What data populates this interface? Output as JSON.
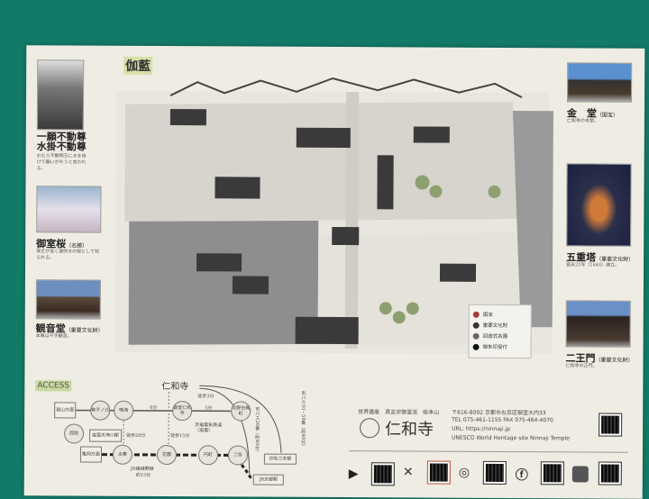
{
  "left_column": [
    {
      "title": "一願不動尊\n水掛不動尊",
      "text": "おむろ不動明王に水を掛けて願いが叶うと言われる。"
    },
    {
      "title": "御室桜",
      "note": "（名勝）",
      "text": "背丈が低く遅咲きの桜として知られる。"
    },
    {
      "title": "観音堂",
      "note": "（重要文化財）",
      "text": "本尊は千手観音。"
    }
  ],
  "right_column": [
    {
      "title": "金　堂",
      "note": "（国宝）",
      "text": "仁和寺の本堂。"
    },
    {
      "title": "五重塔",
      "note": "（重要文化財）",
      "text": "寛永21年（1644）建立。"
    },
    {
      "title": "二王門",
      "note": "（重要文化財）",
      "text": "仁和寺の正門。"
    }
  ],
  "map": {
    "title": "伽藍",
    "legend": [
      {
        "label": "国宝",
        "color": "#a33a3a"
      },
      {
        "label": "重要文化財",
        "color": "#333333"
      },
      {
        "label": "回遊式名園",
        "color": "#666666"
      },
      {
        "label": "御朱印受付",
        "color": "#111111"
      }
    ]
  },
  "access": {
    "heading": "ACCESS",
    "temple": "仁和寺",
    "stations": [
      "嵐山方面",
      "帷子ノ辻",
      "鳴滝",
      "御室仁和寺",
      "北野白梅町",
      "西院",
      "嵐電天神川駅",
      "亀岡方面",
      "太秦",
      "花園",
      "円町",
      "二条",
      "JR京都駅",
      "京阪三条駅"
    ],
    "times": [
      "6分",
      "5分",
      "徒歩3分",
      "徒歩15分",
      "徒歩20分",
      "約15分"
    ],
    "bus": [
      "市バス26番（約40分）",
      "市バス10・59番（約40分）"
    ],
    "line": "京福電気鉄道（嵐電）",
    "jr": "JR嵯峨野線"
  },
  "info": {
    "subtitle": "世界遺産　真言宗御室派　総本山",
    "name": "仁和寺",
    "address": "〒616-8092 京都市右京区御室大内33",
    "tel": "TEL 075-461-1155 FAX 075-464-4070",
    "url": "URL: https://ninnaji.jp",
    "unesco": "UNESCO World Heritage site Ninnaji Temple"
  },
  "social": [
    "youtube-icon",
    "x-icon",
    "instagram-icon",
    "facebook-icon"
  ],
  "colors": {
    "background": "#137a68",
    "paper": "#efece3",
    "map_gray": "#9a9a9a"
  }
}
